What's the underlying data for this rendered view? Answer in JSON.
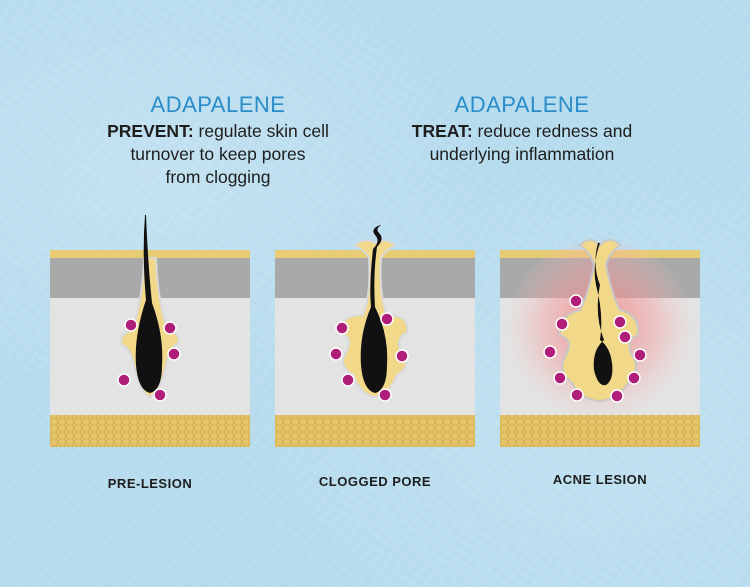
{
  "left_heading": {
    "brand": "ADAPALENE",
    "lead": "PREVENT:",
    "line1_rest": " regulate skin cell",
    "line2": "turnover to keep pores",
    "line3": "from clogging"
  },
  "right_heading": {
    "brand": "ADAPALENE",
    "lead": "TREAT:",
    "line1_rest": " reduce redness and",
    "line2": "underlying inflammation"
  },
  "stages": [
    {
      "label": "PRE-LESION"
    },
    {
      "label": "CLOGGED PORE"
    },
    {
      "label": "ACNE LESION"
    }
  ],
  "colors": {
    "brand_blue": "#2a8cc8",
    "skin_gold": "#e4c56a",
    "follicle_yellow": "#f2d98a",
    "hair_black": "#111111",
    "bacteria_magenta": "#b01e7a",
    "inflammation_red": "#f07a7a",
    "dermis_gray": "#e3e3e3",
    "epidermis_gray": "#a9a9a9"
  }
}
